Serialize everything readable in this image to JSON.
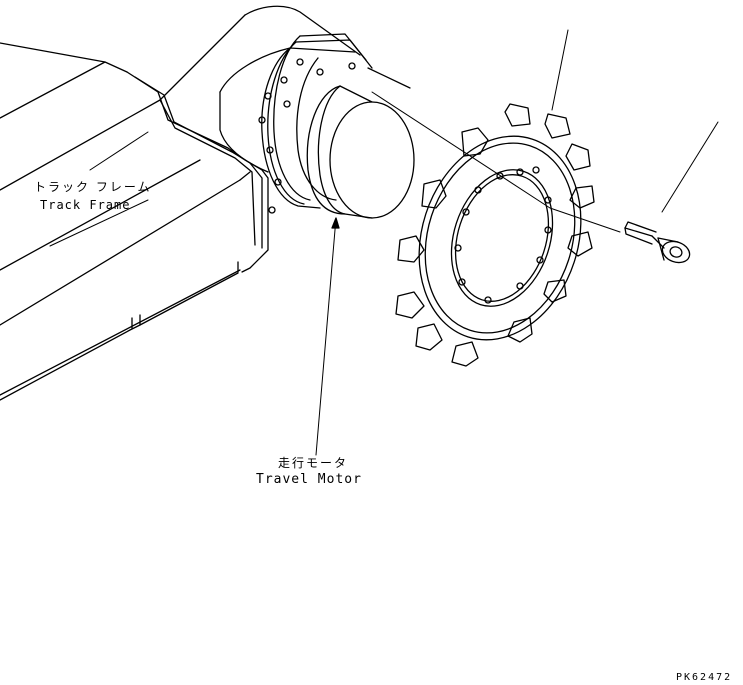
{
  "labels": {
    "track_frame_jp": "トラック フレーム",
    "track_frame_en": "Track Frame",
    "travel_motor_jp": "走行モータ",
    "travel_motor_en": "Travel Motor",
    "part_code": "PK62472"
  },
  "colors": {
    "line": "#000000",
    "background": "#ffffff"
  },
  "sprocket": {
    "teeth": 13,
    "bolt_holes": 12
  }
}
